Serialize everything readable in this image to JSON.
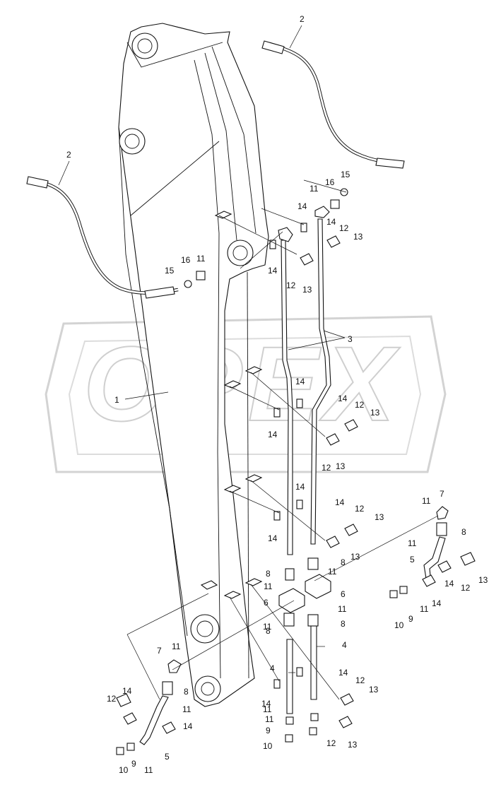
{
  "watermark": {
    "text": "OPEX"
  },
  "callouts": {
    "c1": "1",
    "c2a": "2",
    "c2b": "2",
    "c3": "3",
    "c4a": "4",
    "c4b": "4",
    "c5a": "5",
    "c5b": "5",
    "c6a": "6",
    "c6b": "6",
    "c7a": "7",
    "c7b": "7",
    "c8a": "8",
    "c8b": "8",
    "c8c": "8",
    "c8d": "8",
    "c8e": "8",
    "c8f": "8",
    "c9a": "9",
    "c9b": "9",
    "c9c": "9",
    "c10a": "10",
    "c10b": "10",
    "c10c": "10",
    "c11a": "11",
    "c11b": "11",
    "c11c": "11",
    "c11d": "11",
    "c11e": "11",
    "c11f": "11",
    "c11g": "11",
    "c11h": "11",
    "c11i": "11",
    "c11j": "11",
    "c11k": "11",
    "c11l": "11",
    "c11m": "11",
    "c11n": "11",
    "c12a": "12",
    "c12b": "12",
    "c12c": "12",
    "c12d": "12",
    "c12e": "12",
    "c12f": "12",
    "c12g": "12",
    "c12h": "12",
    "c12i": "12",
    "c13a": "13",
    "c13b": "13",
    "c13c": "13",
    "c13d": "13",
    "c13e": "13",
    "c13f": "13",
    "c13g": "13",
    "c13h": "13",
    "c13i": "13",
    "c14a": "14",
    "c14b": "14",
    "c14c": "14",
    "c14d": "14",
    "c14e": "14",
    "c14f": "14",
    "c14g": "14",
    "c14h": "14",
    "c14i": "14",
    "c14j": "14",
    "c14k": "14",
    "c14l": "14",
    "c14m": "14",
    "c14n": "14",
    "c14o": "14",
    "c15a": "15",
    "c15b": "15",
    "c16a": "16",
    "c16b": "16"
  }
}
